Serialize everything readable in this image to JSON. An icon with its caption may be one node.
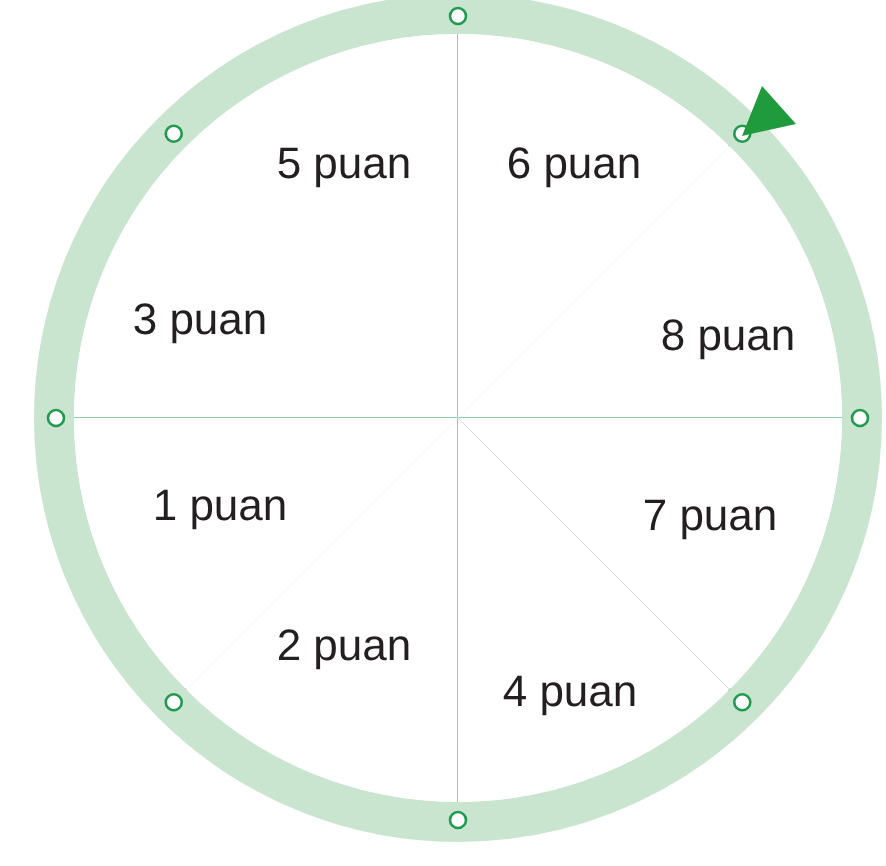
{
  "diagram": {
    "nodes": [
      {
        "text": [
          "5 puan"
        ]
      },
      {
        "text": [
          "6 puan"
        ]
      },
      {
        "text": [
          "3 puan"
        ]
      },
      {
        "text": [
          "8 puan"
        ]
      },
      {
        "text": [
          "1 puan"
        ]
      },
      {
        "text": [
          "7 puan"
        ]
      },
      {
        "text": [
          "2 puan"
        ]
      },
      {
        "text": [
          "4 puan"
        ]
      }
    ]
  }
}
